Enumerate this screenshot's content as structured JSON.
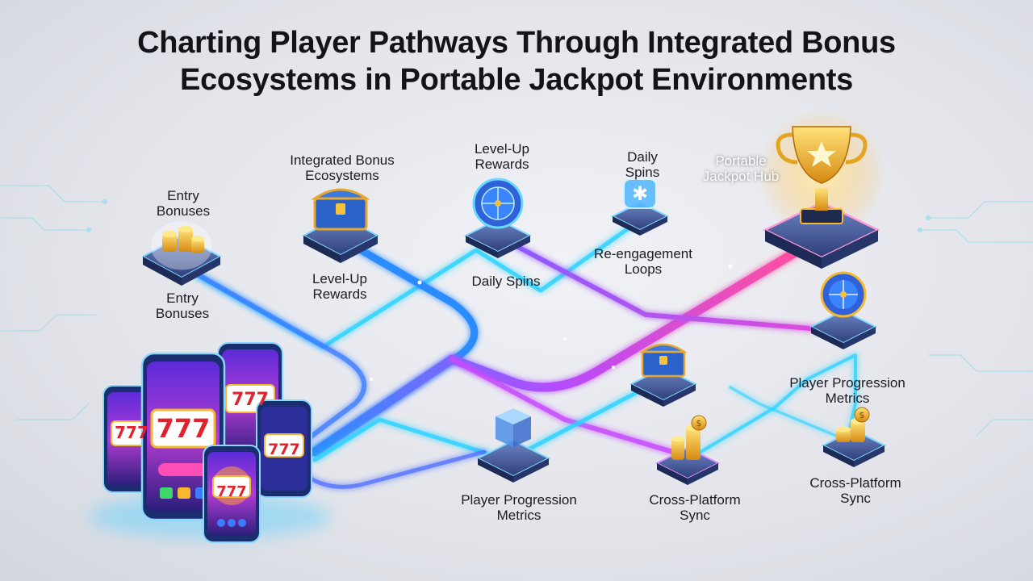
{
  "title": {
    "line1": "Charting Player Pathways Through Integrated Bonus",
    "line2": "Ecosystems in Portable Jackpot Environments"
  },
  "labels": {
    "entry_top": [
      "Entry",
      "Bonuses"
    ],
    "entry_bottom": [
      "Entry",
      "Bonuses"
    ],
    "integrated_bonus": [
      "Integrated Bonus",
      "Ecosystems"
    ],
    "levelup_top": [
      "Level-Up",
      "Rewards"
    ],
    "levelup_mid": [
      "Level-Up",
      "Rewards"
    ],
    "daily_spins_top": [
      "Daily",
      "Spins"
    ],
    "daily_spins_mid": [
      "Daily Spins"
    ],
    "reengagement": [
      "Re-engagement",
      "Loops"
    ],
    "jackpot_hub": [
      "Portable",
      "Jackpot Hub"
    ],
    "player_progress_right": [
      "Player Progression",
      "Metrics"
    ],
    "player_progress_bottom": [
      "Player Progression",
      "Metrics"
    ],
    "cross_platform_center": [
      "Cross-Platform",
      "Sync"
    ],
    "cross_platform_right": [
      "Cross-Platform",
      "Sync"
    ]
  },
  "slot_reels": "777",
  "colors": {
    "cyan_path": "#2fd3ff",
    "blue_path": "#3b7bff",
    "purple_path": "#c04bff",
    "pink_path": "#ff4fb6",
    "gold": "#f5b82e"
  }
}
